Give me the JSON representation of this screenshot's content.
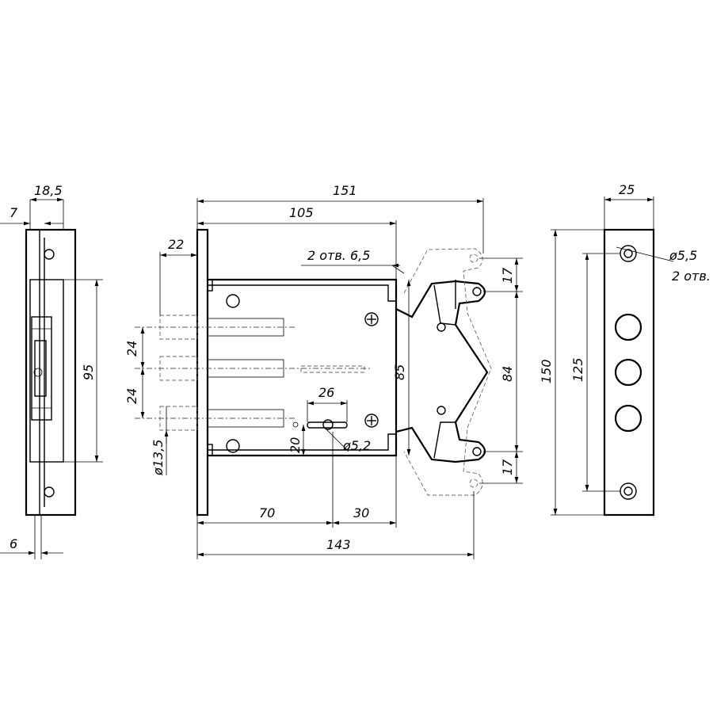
{
  "side_view": {
    "dim_width_total": "18,5",
    "dim_offset_top": "7",
    "dim_height": "95",
    "dim_offset_bottom": "6"
  },
  "front_view": {
    "dim_overall": "151",
    "dim_body": "105",
    "dim_bolt_projection": "22",
    "dim_holes": "2 отв. 6,5",
    "dim_bolt_spacing_1": "24",
    "dim_bolt_spacing_2": "24",
    "dim_bolt_diameter": "ø13,5",
    "dim_body_height": "85",
    "dim_keyhole_width": "26",
    "dim_keyhole_diameter": "ø5,2",
    "dim_keyhole_height": "20",
    "dim_backset": "70",
    "dim_keyhole_offset": "30",
    "dim_length": "143",
    "dim_bracket_top": "17",
    "dim_bracket_span": "84",
    "dim_bracket_bottom": "17"
  },
  "faceplate_view": {
    "dim_width": "25",
    "dim_hole_diameter": "ø5,5",
    "dim_hole_count": "2 отв.",
    "dim_hole_spacing": "125",
    "dim_total_height": "150"
  }
}
